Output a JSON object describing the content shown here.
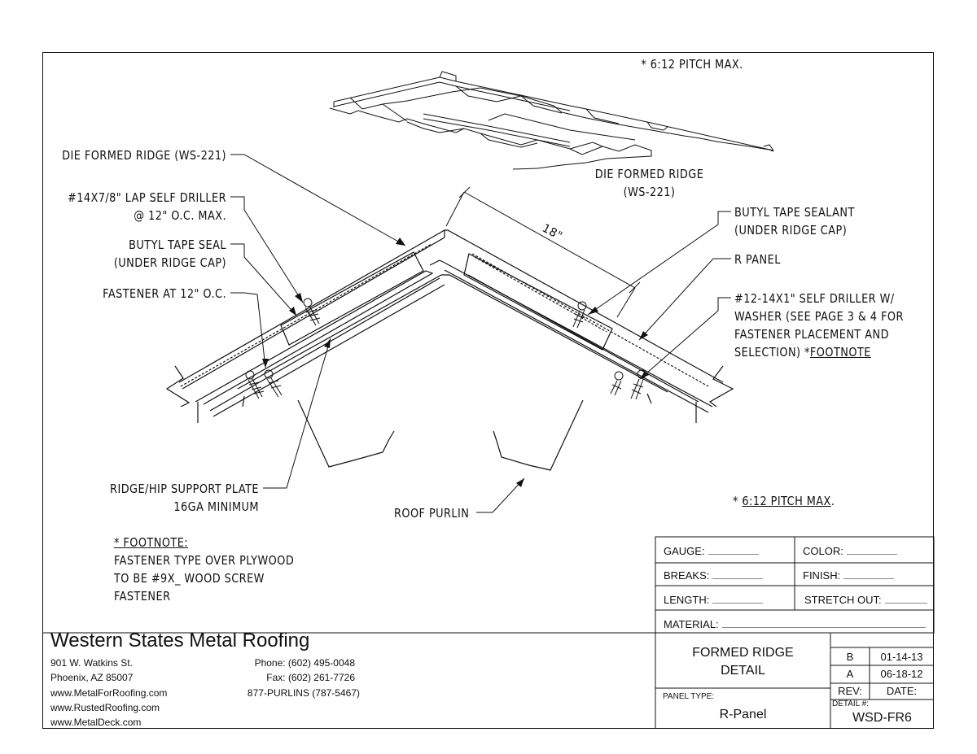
{
  "notes": {
    "pitch_top": "* 6:12 PITCH MAX.",
    "pitch_bottom_star": "* ",
    "pitch_bottom_text": "6:12 PITCH MAX",
    "pitch_bottom_dot": ".",
    "footnote_title": "* FOOTNOTE:",
    "footnote_lines": [
      "FASTENER TYPE OVER PLYWOOD",
      "TO BE #9X_ WOOD SCREW",
      "FASTENER"
    ]
  },
  "callouts": {
    "die_formed_ridge_left": "DIE FORMED RIDGE (WS-221)",
    "lap_driller": [
      "#14X7/8\" LAP SELF DRILLER",
      "@ 12\" O.C. MAX."
    ],
    "butyl_seal": [
      "BUTYL TAPE SEAL",
      "(UNDER RIDGE CAP)"
    ],
    "fastener_12": "FASTENER AT 12\" O.C.",
    "die_formed_ridge_right": [
      "DIE FORMED RIDGE",
      "(WS-221)"
    ],
    "butyl_sealant": [
      "BUTYL TAPE SEALANT",
      "(UNDER RIDGE CAP)"
    ],
    "r_panel": "R PANEL",
    "self_driller": [
      "#12-14X1\" SELF DRILLER W/",
      "WASHER (SEE PAGE 3 & 4 FOR",
      "FASTENER PLACEMENT AND"
    ],
    "selection_prefix": "SELECTION) *",
    "selection_link": "FOOTNOTE",
    "dimension": "18\"",
    "support_plate": [
      "RIDGE/HIP SUPPORT PLATE",
      "16GA MINIMUM"
    ],
    "roof_purlin": "ROOF PURLIN"
  },
  "spec_box": {
    "gauge": "GAUGE:",
    "color": "COLOR:",
    "breaks": "BREAKS:",
    "finish": "FINISH:",
    "length": "LENGTH:",
    "stretch_out": "STRETCH OUT:",
    "material": "MATERIAL:"
  },
  "company": {
    "name": "Western States Metal Roofing",
    "address1": "901 W. Watkins St.",
    "address2": "Phoenix, AZ 85007",
    "web1": "www.MetalForRoofing.com",
    "web2": "www.RustedRoofing.com",
    "web3": "www.MetalDeck.com",
    "phone": "Phone: (602) 495-0048",
    "fax": "Fax: (602) 261-7726",
    "tollfree": "877-PURLINS (787-5467)"
  },
  "title_block": {
    "title_line1": "FORMED RIDGE",
    "title_line2": "DETAIL",
    "panel_type_label": "PANEL TYPE:",
    "panel_type": "R-Panel",
    "revisions": [
      {
        "rev": "B",
        "date": "01-14-13"
      },
      {
        "rev": "A",
        "date": "06-18-12"
      }
    ],
    "rev_header": "REV:",
    "date_header": "DATE:",
    "detail_label": "DETAIL #:",
    "detail_number": "WSD-FR6"
  }
}
